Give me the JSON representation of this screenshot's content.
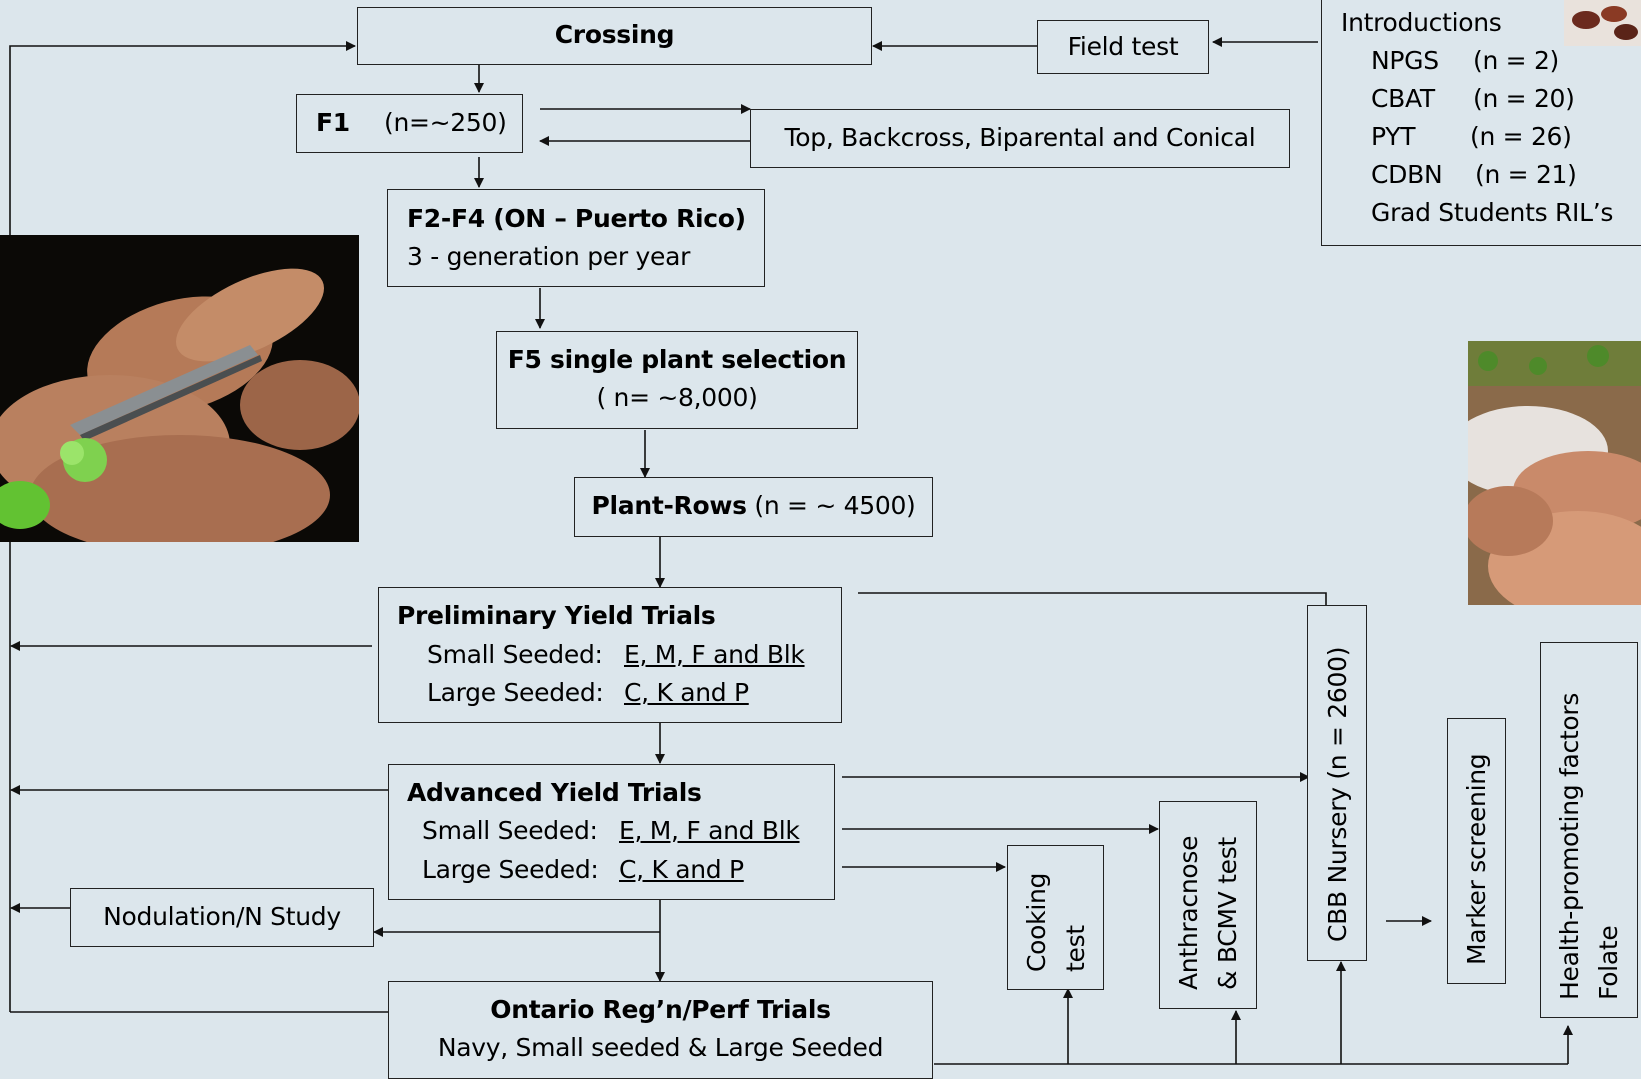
{
  "crossing": "Crossing",
  "field_test": "Field test",
  "introductions": {
    "title": "Introductions",
    "rows": [
      {
        "name": "NPGS",
        "n": "(n = 2)"
      },
      {
        "name": "CBAT",
        "n": "(n = 20)"
      },
      {
        "name": "PYT",
        "n": "(n = 26)"
      },
      {
        "name": "CDBN",
        "n": "(n = 21)"
      }
    ],
    "last": "Grad Students RIL’s"
  },
  "f1": {
    "label": "F1",
    "n": "(n=~250)"
  },
  "cross_types": "Top, Backcross, Biparental and Conical",
  "f2f4": {
    "title": "F2-F4  (ON – Puerto Rico)",
    "sub": "3 - generation per year"
  },
  "f5": {
    "title": "F5 single plant selection",
    "n": "( n= ~8,000)"
  },
  "plant_rows": {
    "label": "Plant-Rows",
    "n": "(n = ~ 4500)"
  },
  "pyt": {
    "title": "Preliminary Yield Trials",
    "small_label": "Small Seeded:",
    "small_value": "E, M, F and Blk",
    "large_label": "Large Seeded:",
    "large_value": "C, K and P"
  },
  "ayt": {
    "title": "Advanced Yield Trials",
    "small_label": "Small Seeded:",
    "small_value": "E, M, F and Blk",
    "large_label": "Large Seeded:",
    "large_value": "C, K and P"
  },
  "nodulation": "Nodulation/N Study",
  "ontario": {
    "title": "Ontario Reg’n/Perf Trials",
    "sub": "Navy, Small seeded & Large Seeded"
  },
  "cooking": {
    "l1": "Cooking",
    "l2": "test"
  },
  "anthracnose": {
    "l1": "Anthracnose",
    "l2": "& BCMV test"
  },
  "cbb": "CBB Nursery (n = 2600)",
  "marker": "Marker screening",
  "health": {
    "l1": "Health-promoting factors",
    "l2": "Folate"
  }
}
